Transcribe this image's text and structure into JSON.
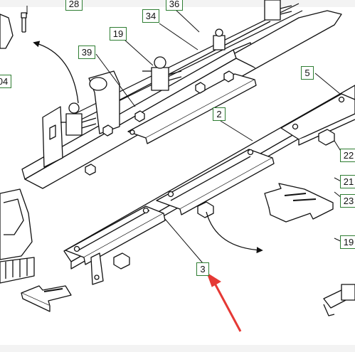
{
  "callouts": {
    "c28": "28",
    "c36": "36",
    "c34": "34",
    "c19a": "19",
    "c39": "39",
    "c04": "04",
    "c5": "5",
    "c2": "2",
    "c22": "22",
    "c21": "21",
    "c23": "23",
    "c19b": "19",
    "c3": "3"
  },
  "colors": {
    "callout_border": "#2e7d32",
    "pointer_arrow": "#e53935",
    "line_art": "#111111"
  },
  "icons": [
    "direction-arrow-icon",
    "rotation-arrow-icon",
    "nozzle-icon",
    "bolt-icon",
    "nut-icon",
    "red-pointer-icon"
  ]
}
